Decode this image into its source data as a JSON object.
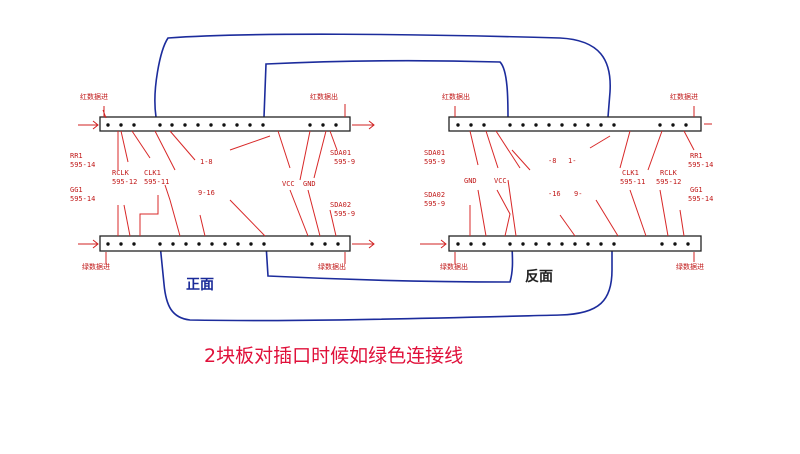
{
  "labels": {
    "hong_in_left": "红数据进",
    "hong_out_left": "红数据出",
    "hong_out_right": "红数据出",
    "hong_in_right": "红数据进",
    "lv_in_left": "绿数据进",
    "lv_out_left": "绿数据出",
    "lv_out_right": "绿数据出",
    "lv_in_right": "绿数据进",
    "rr1": "RR1",
    "rr1_sub": "595-14",
    "gg1": "GG1",
    "gg1_sub": "595-14",
    "rclk": "RCLK",
    "rclk_sub": "595-12",
    "clk1": "CLK1",
    "clk1_sub": "595-11",
    "vcc": "VCC",
    "gnd": "GND",
    "sda01": "SDA01",
    "sda01_sub": "595-9",
    "sda02": "SDA02",
    "sda02_sub": "595-9",
    "r18": "1-8",
    "r916": "9-16",
    "rev_8_1_a": "-8",
    "rev_8_1_b": "1-",
    "rev_16_9_a": "-16",
    "rev_16_9_b": "9-"
  },
  "front_label": "正面",
  "back_label": "反面",
  "caption": "2块板对插口时候如绿色连接线",
  "colors": {
    "wire": "#1c2c9c",
    "label": "#c01818",
    "caption": "#e0103a"
  }
}
